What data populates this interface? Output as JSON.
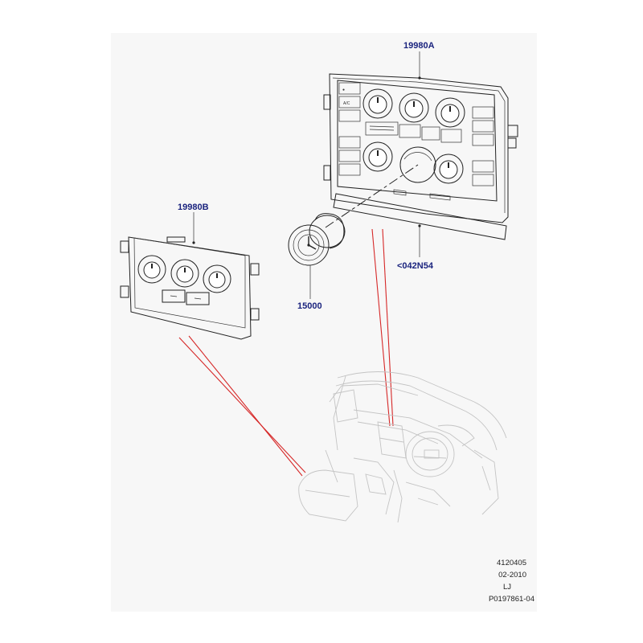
{
  "callouts": {
    "main_panel": "19980A",
    "small_panel": "19980B",
    "clock": "15000",
    "trim_strip": "<042N54"
  },
  "footer": {
    "line1": "4120405",
    "line2": "02-2010",
    "line3": "LJ",
    "line4": "P0197861-04"
  },
  "colors": {
    "callout_text": "#1a237e",
    "leader_lines": "#d62828",
    "background_sheet": "#f7f7f7"
  }
}
